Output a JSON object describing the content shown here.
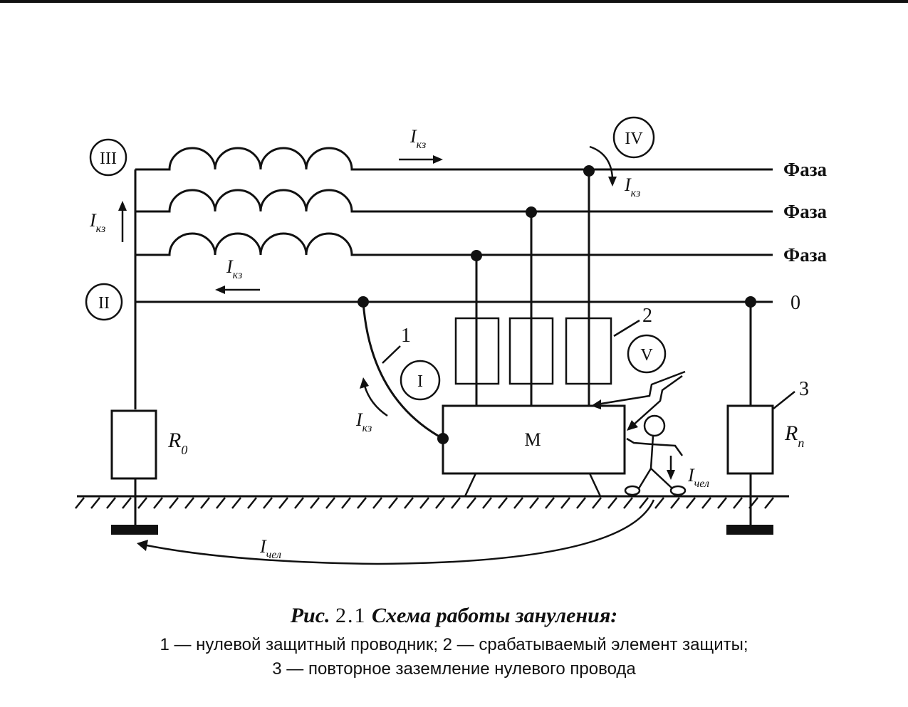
{
  "labels": {
    "phase": "Фаза",
    "neutral": "0",
    "motor": "M",
    "r0_main": "R",
    "r0_sub": "0",
    "rp_main": "R",
    "rp_sub": "п",
    "i_main": "I",
    "i_kz_sub": "кз",
    "i_chel_sub": "чел",
    "marker_1": "1",
    "marker_2": "2",
    "marker_3": "3",
    "zone_I": "I",
    "zone_II": "II",
    "zone_III": "III",
    "zone_IV": "IV",
    "zone_V": "V"
  },
  "caption": {
    "prefix": "Рис.",
    "number": "2.1",
    "title": "Схема работы зануления:",
    "line1": "1 — нулевой защитный проводник; 2 — срабатываемый элемент защиты;",
    "line2": "3 — повторное заземление нулевого провода"
  }
}
